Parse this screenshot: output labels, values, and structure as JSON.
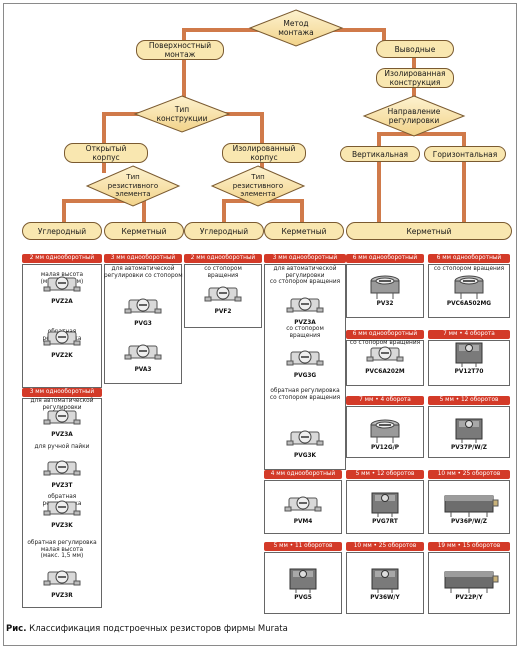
{
  "nodes": {
    "method": "Метод\nмонтажа",
    "surface": "Поверхностный\nмонтаж",
    "leads": "Выводные",
    "construction": "Тип\nконструкции",
    "insulated_construction": "Изолированная\nконструкция",
    "direction": "Направление\nрегулировки",
    "open": "Открытый\nкорпус",
    "insulated": "Изолированный\nкорпус",
    "vertical": "Вертикальная",
    "horizontal": "Горизонтальная",
    "resist_type_1": "Тип\nрезистивного\nэлемента",
    "resist_type_2": "Тип\nрезистивного\nэлемента",
    "carbon_1": "Углеродный",
    "cermet_1": "Керметный",
    "carbon_2": "Углеродный",
    "cermet_2": "Керметный",
    "cermet_3": "Керметный"
  },
  "panels": {
    "p1": {
      "header": "2 мм однооборотный",
      "items": [
        {
          "label": "малая высота\n(макс. 1,0 мм)",
          "part": "PVZ2A"
        },
        {
          "label": "обратная\nрегулировка",
          "part": "PVZ2K"
        }
      ]
    },
    "p2": {
      "header": "3 мм однооборотный",
      "items": [
        {
          "label": "для автоматической\nрегулировки со стопором вращения",
          "part": "PVG3"
        },
        {
          "label": "",
          "part": "PVA3"
        }
      ]
    },
    "p3": {
      "header": "2 мм однооборотный",
      "items": [
        {
          "label": "со стопором\nвращения",
          "part": "PVF2"
        }
      ]
    },
    "p4": {
      "header": "3 мм однооборотный",
      "items": [
        {
          "label": "для автоматической\nрегулировки\nсо стопором вращения",
          "part": "PVZ3A"
        },
        {
          "label": "со стопором\nвращения",
          "part": "PVG3G"
        },
        {
          "label": "обратная регулировка\nсо стопором вращения",
          "part": "PVG3K"
        }
      ]
    },
    "p5": {
      "header": "6 мм однооборотный",
      "items": [
        {
          "label": "",
          "part": "PV32"
        }
      ]
    },
    "p6": {
      "header": "6 мм однооборотный",
      "items": [
        {
          "label": "со стопором вращения",
          "part": "PVC6A502MG"
        }
      ]
    },
    "p7": {
      "header": "3 мм однооборотный",
      "items": [
        {
          "label": "для автоматической\nрегулировки",
          "part": "PVZ3A"
        },
        {
          "label": "для ручной пайки",
          "part": "PVZ3T"
        },
        {
          "label": "обратная\nрегулировка",
          "part": "PVZ3K"
        },
        {
          "label": "обратная регулировка\nмалая высота\n(макс. 1,5 мм)",
          "part": "PVZ3R"
        }
      ]
    },
    "p8": {
      "header": "6 мм однооборотный",
      "items": [
        {
          "label": "со стопором вращения",
          "part": "PVC6A202M"
        }
      ]
    },
    "p9": {
      "header": "7 мм • 4 оборота",
      "items": [
        {
          "label": "",
          "part": "PV12T70"
        }
      ]
    },
    "p10": {
      "header": "7 мм • 4 оборота",
      "items": [
        {
          "label": "",
          "part": "PV12G/P"
        }
      ]
    },
    "p11": {
      "header": "5 мм • 12 оборотов",
      "items": [
        {
          "label": "",
          "part": "PV37P/W/Z"
        }
      ]
    },
    "p12": {
      "header": "4 мм однооборотный",
      "items": [
        {
          "label": "",
          "part": "PVM4"
        }
      ]
    },
    "p13": {
      "header": "5 мм • 12 оборотов",
      "items": [
        {
          "label": "",
          "part": "PVG7RT"
        }
      ]
    },
    "p14": {
      "header": "10 мм • 25 оборотов",
      "items": [
        {
          "label": "",
          "part": "PV36P/W/Z"
        }
      ]
    },
    "p15": {
      "header": "5 мм • 11 оборотов",
      "items": [
        {
          "label": "",
          "part": "PVG5"
        }
      ]
    },
    "p16": {
      "header": "10 мм • 25 оборотов",
      "items": [
        {
          "label": "",
          "part": "PV36W/Y"
        }
      ]
    },
    "p17": {
      "header": "19 мм • 15 оборотов",
      "items": [
        {
          "label": "",
          "part": "PV22P/Y"
        }
      ]
    }
  },
  "caption": {
    "prefix": "Рис.",
    "text": "Классификация подстроечных резисторов фирмы Murata"
  }
}
